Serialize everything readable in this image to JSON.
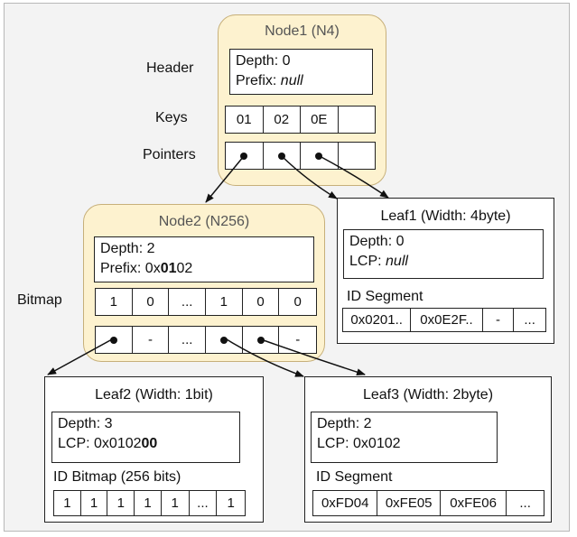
{
  "node1": {
    "title": "Node1 (N4)",
    "header_label": "Header",
    "depth": "Depth: 0",
    "prefix_label": "Prefix: ",
    "prefix_value": "null",
    "keys_label": "Keys",
    "keys": [
      "01",
      "02",
      "0E",
      ""
    ],
    "pointers_label": "Pointers"
  },
  "node2": {
    "title": "Node2 (N256)",
    "depth": "Depth: 2",
    "prefix_label": "Prefix: 0x",
    "prefix_bold": "01",
    "prefix_rest": "02",
    "bitmap_label": "Bitmap",
    "bitmap": [
      "1",
      "0",
      "...",
      "1",
      "0",
      "0"
    ],
    "pointers": [
      "",
      "-",
      "...",
      "",
      "",
      "-"
    ]
  },
  "leaf1": {
    "title": "Leaf1 (Width: 4byte)",
    "depth": "Depth: 0",
    "lcp_label": "LCP: ",
    "lcp_value": "null",
    "segment_label": "ID Segment",
    "segment": [
      "0x0201..",
      "0x0E2F..",
      "-",
      "..."
    ]
  },
  "leaf2": {
    "title": "Leaf2 (Width: 1bit)",
    "depth": "Depth: 3",
    "lcp_label": "LCP: 0x0102",
    "lcp_bold": "00",
    "bitmap_label": "ID Bitmap (256 bits)",
    "bitmap": [
      "1",
      "1",
      "1",
      "1",
      "1",
      "...",
      "1"
    ]
  },
  "leaf3": {
    "title": "Leaf3 (Width: 2byte)",
    "depth": "Depth: 2",
    "lcp": "LCP: 0x0102",
    "segment_label": "ID Segment",
    "segment": [
      "0xFD04",
      "0xFE05",
      "0xFE06",
      "..."
    ]
  }
}
